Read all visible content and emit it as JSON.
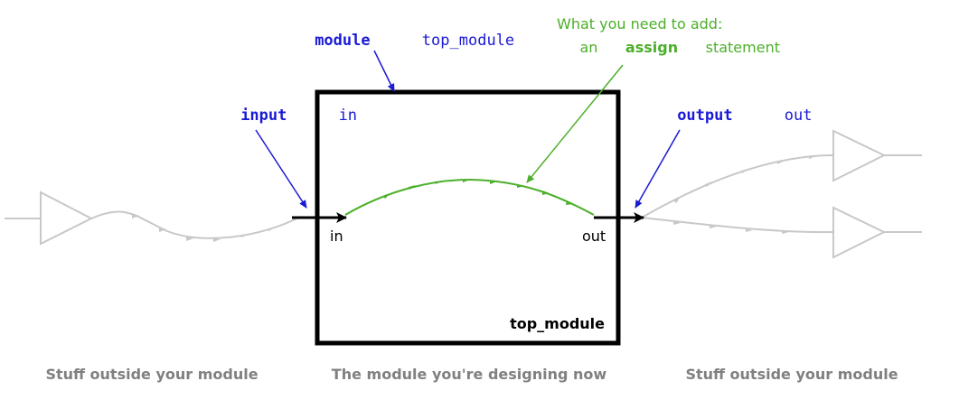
{
  "module_decl": {
    "keyword": "module",
    "name": "top_module"
  },
  "input_decl": {
    "keyword": "input",
    "name": "in"
  },
  "output_decl": {
    "keyword": "output",
    "name": "out"
  },
  "annotation": {
    "line1": "What you need to add:",
    "line2_prefix": "an ",
    "line2_bold": "assign",
    "line2_suffix": " statement"
  },
  "box": {
    "port_in_label": "in",
    "port_out_label": "out",
    "title": "top_module"
  },
  "captions": {
    "left": "Stuff outside your module",
    "center": "The module you're designing now",
    "right": "Stuff outside your module"
  },
  "colors": {
    "keyword": "#1a1ad6",
    "annotation": "#4caf2a",
    "outside_wire": "#c8c8c8",
    "caption": "#808080",
    "box": "#000000"
  }
}
